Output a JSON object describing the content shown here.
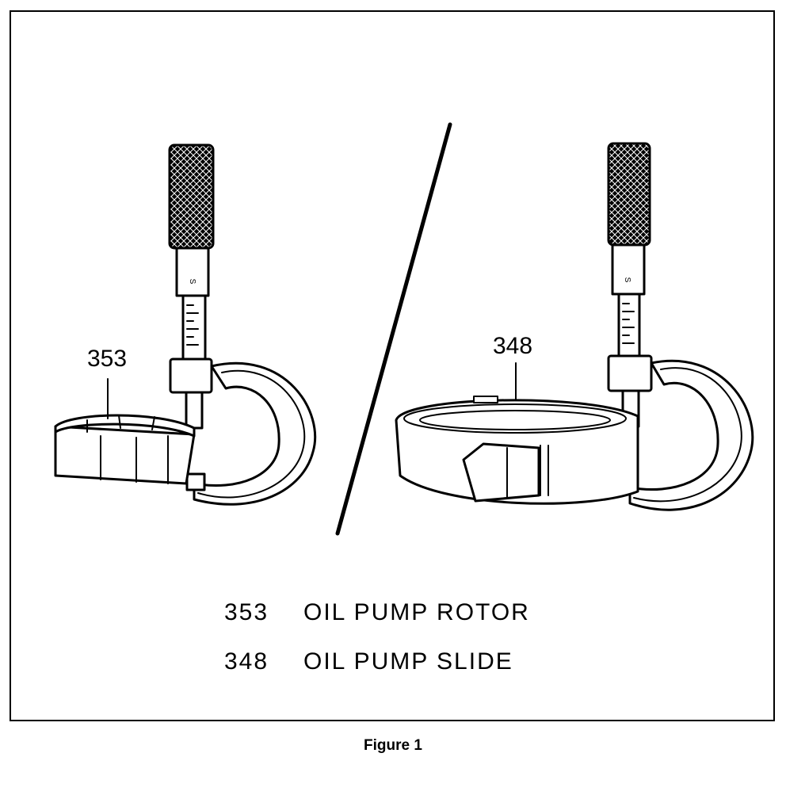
{
  "callouts": {
    "rotor": "353",
    "slide": "348"
  },
  "legend": [
    {
      "number": "353",
      "label": "OIL PUMP ROTOR"
    },
    {
      "number": "348",
      "label": "OIL PUMP SLIDE"
    }
  ],
  "caption": "Figure 1",
  "micrometer_mark": "S",
  "colors": {
    "ink": "#000000",
    "paper": "#ffffff"
  }
}
